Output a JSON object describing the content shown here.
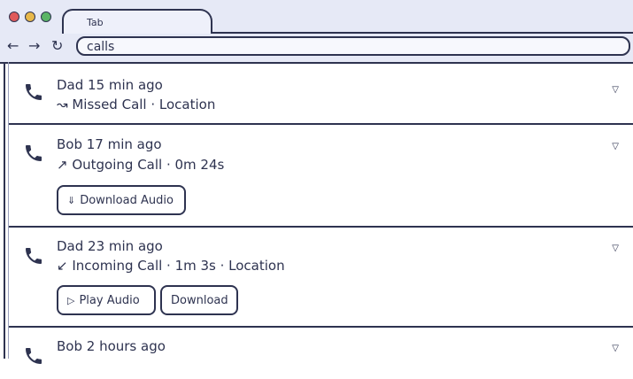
{
  "browser": {
    "tab_label": "Tab",
    "address_value": "calls"
  },
  "calls": [
    {
      "title": "Dad 15 min ago",
      "direction_icon": "missed-call",
      "details": "Missed Call · Location",
      "buttons": []
    },
    {
      "title": "Bob 17 min ago",
      "direction_icon": "outgoing-call",
      "details": "Outgoing Call · 0m 24s",
      "buttons": [
        {
          "label": "Download Audio",
          "icon": "download-icon"
        }
      ]
    },
    {
      "title": "Dad 23 min ago",
      "direction_icon": "incoming-call",
      "details": "Incoming Call · 1m 3s · Location",
      "buttons": [
        {
          "label": "Play Audio",
          "icon": "play-icon"
        },
        {
          "label": "Download"
        }
      ]
    },
    {
      "title": "Bob 2 hours ago"
    }
  ]
}
